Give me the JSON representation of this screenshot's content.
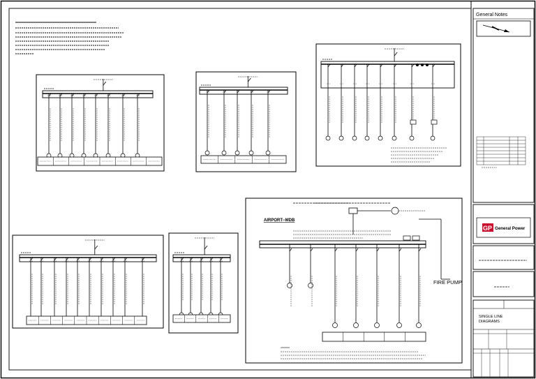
{
  "sheet": {
    "general_notes_title": "General Notes",
    "company_name": "General Power",
    "logo_letters": "GP",
    "drawing_title_line1": "SINGLE LINE",
    "drawing_title_line2": "DIAGRAMS",
    "mdb_label": "AIRPORT--MDB",
    "fire_pump_label": "FIRE PUMP"
  },
  "colors": {
    "line": "#000000",
    "logo_red": "#c8102e",
    "logo_blue": "#1f3f8f"
  },
  "icons": [
    "north-arrow-icon",
    "company-logo-icon",
    "breaker-icon",
    "circuit-end-icon"
  ]
}
